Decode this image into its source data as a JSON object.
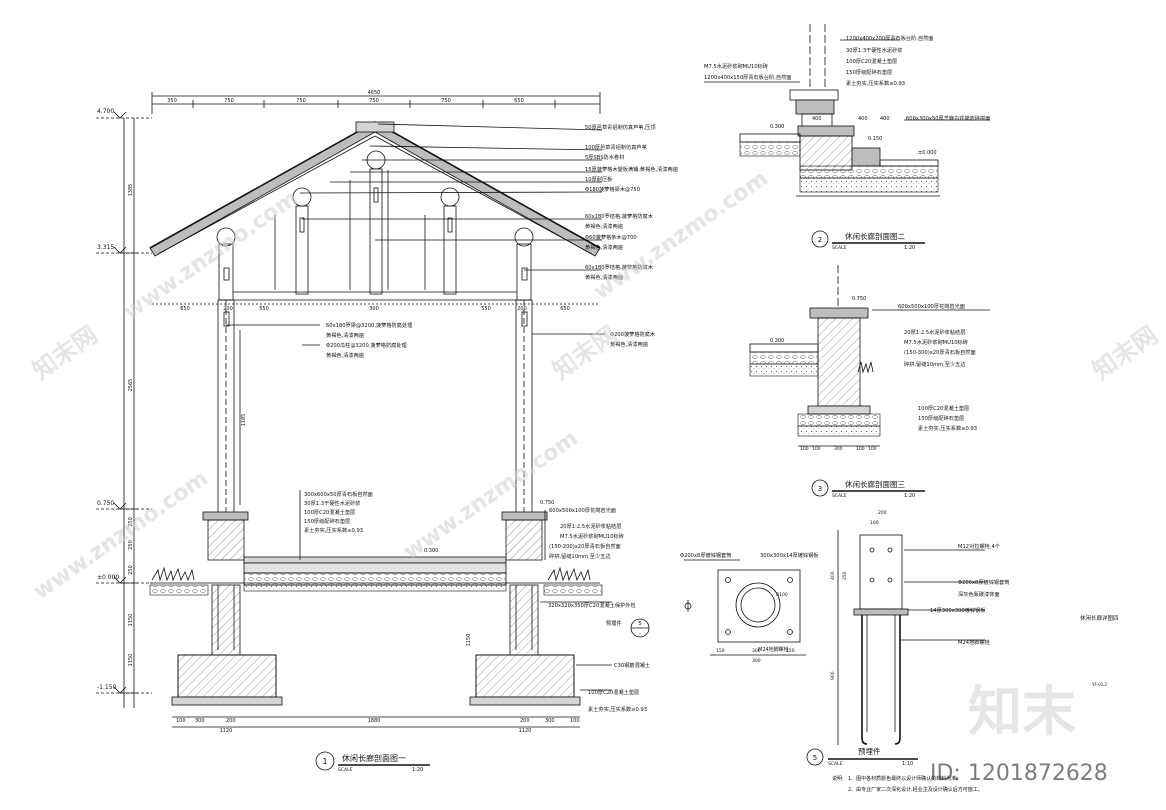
{
  "colors": {
    "line": "#111111",
    "fill_stone": "#bdbdbd",
    "fill_concrete": "#d4d4d4",
    "watermark": "#cfcfcf"
  },
  "watermark": {
    "brand": "知末",
    "id_text": "ID: 1201872628",
    "site": "www.znzmo.com",
    "site_cn": "知末网"
  },
  "section1": {
    "title": "休闲长廊剖面图一",
    "number": "1",
    "scale_label": "SCALE",
    "scale": "1:20",
    "level_marks": [
      "4.700",
      "3.315",
      "0.750",
      "±0.000",
      "-1.150"
    ],
    "top_dims": [
      "4650",
      "350",
      "750",
      "750",
      "750",
      "750",
      "650"
    ],
    "left_dims": [
      "1385",
      "2565",
      "250",
      "250",
      "250",
      "1150",
      "1150"
    ],
    "mid_dims": [
      "650",
      "200",
      "550",
      "300",
      "550",
      "200",
      "650"
    ],
    "bottom_dims": [
      "100",
      "300",
      "200",
      "1880",
      "200",
      "300",
      "100"
    ],
    "bottom_totals": [
      "1120",
      "1120"
    ],
    "side_dims": [
      "1185",
      "1150"
    ],
    "roof_notes": [
      "50厚邑草青铝制仿真芦苇,压顶",
      "100厚邑草青铝制仿真芦苇",
      "5厚SBS防水卷材",
      "15厚菠萝格木望板满铺,黄褐色,清漆两遍",
      "10厚耐压板",
      "Φ180菠萝格梁木@750",
      "60x180罗桔格,菠萝格防腐木",
      "黄褐色,清漆两遍",
      "Φ60菠萝格条木@700",
      "黄褐色,清漆两遍",
      "60x180罗桔格,菠萝格防腐木",
      "黄褐色,清漆两遍"
    ],
    "beam_notes": [
      "60x180罗梁@3200,菠萝格防腐处理",
      "黄褐色,清漆两遍",
      "Φ200瓜柱@3200,菠萝格防腐处理",
      "黄褐色,清漆两遍"
    ],
    "column_notes": [
      "Φ200菠萝格防腐木",
      "黄褐色,清漆两遍"
    ],
    "floor_notes": [
      "300x600x50厚青石板自然面",
      "30厚1:3干硬性水泥砂浆",
      "100厚C20混凝土垫层",
      "150厚级配碎石垫层",
      "素土夯实,压实系数≥0.93"
    ],
    "bench_notes": [
      "600x500x100厚花岗岩光面",
      "20厚1:2.5水泥砂浆粘结层",
      "M7.5水泥砂浆砌MU10标砖",
      "(150-200)x20厚青石板自然面",
      "碎拼,留缝10mm,至少五边"
    ],
    "footing_notes": [
      "320x320x350厚C20混凝土保护外包",
      "预埋件",
      "C30钢筋混凝土",
      "100厚C20混凝土垫层",
      "素土夯实,压实系数≥0.93"
    ],
    "small_labels": [
      "0.300",
      "0.750"
    ],
    "detail_ref": {
      "top": "5",
      "bottom": "-"
    }
  },
  "section2": {
    "title": "休闲长廊剖面图二",
    "number": "2",
    "scale_label": "SCALE",
    "scale": "1:20",
    "notes": [
      "1200x400x200厚青石板台阶,自然面",
      "30厚1:3干硬性水泥砂浆",
      "100厚C20混凝土垫层",
      "150厚级配碎石垫层",
      "素土夯实,压实系数≥0.93",
      "600x300x50厚芝麻白花岗岩碎拼面"
    ],
    "left_notes": [
      "M7.5水泥砂浆砌MU10标砖",
      "1200x400x150厚青石板台阶,自然面"
    ],
    "levels": [
      "0.300",
      "0.150",
      "±0.000"
    ],
    "dims": [
      "400",
      "400",
      "400"
    ]
  },
  "section3": {
    "title": "休闲长廊剖面图三",
    "number": "3",
    "scale_label": "SCALE",
    "scale": "1:20",
    "notes": [
      "600x500x100厚花岗岩光面",
      "20厚1:2.5水泥砂浆粘结层",
      "M7.5水泥砂浆砌MU10标砖",
      "(150-300)x20厚青石板自然面",
      "碎拼,留缝10mm,至少五边",
      "100厚C20混凝土垫层",
      "150厚级配碎石垫层",
      "素土夯实,压实系数≥0.93"
    ],
    "levels": [
      "0.750",
      "0.300"
    ],
    "bottom_dims": [
      "100",
      "100",
      "300",
      "100",
      "100"
    ]
  },
  "section5": {
    "title": "预埋件",
    "number": "5",
    "scale_label": "SCALE",
    "scale": "1:10",
    "plan_notes": [
      "Φ200x8厚镀锌钢套筒",
      "300x300x14厚镀锌钢板",
      "M24地脚螺栓"
    ],
    "plan_dims": [
      "150",
      "300",
      "150",
      "300",
      "R100"
    ],
    "elev_notes": [
      "M12对拉螺栓,4个",
      "Φ200x8厚镀锌钢套筒",
      "深灰色氟碳漆饰面",
      "14厚300x300镀锌钢板",
      "M24地脚螺栓"
    ],
    "elev_dims": [
      "200",
      "100",
      "400",
      "250",
      "900"
    ],
    "side_label": "休闲长廊详图四",
    "tiny_label": "YF-01.2"
  },
  "notes": {
    "label": "说明:",
    "lines": [
      "1、图中各材质颜色最终以设计师确认的材料为准。",
      "2、由专业厂家二次深化设计,经业主及设计确认后方可施工。"
    ]
  }
}
